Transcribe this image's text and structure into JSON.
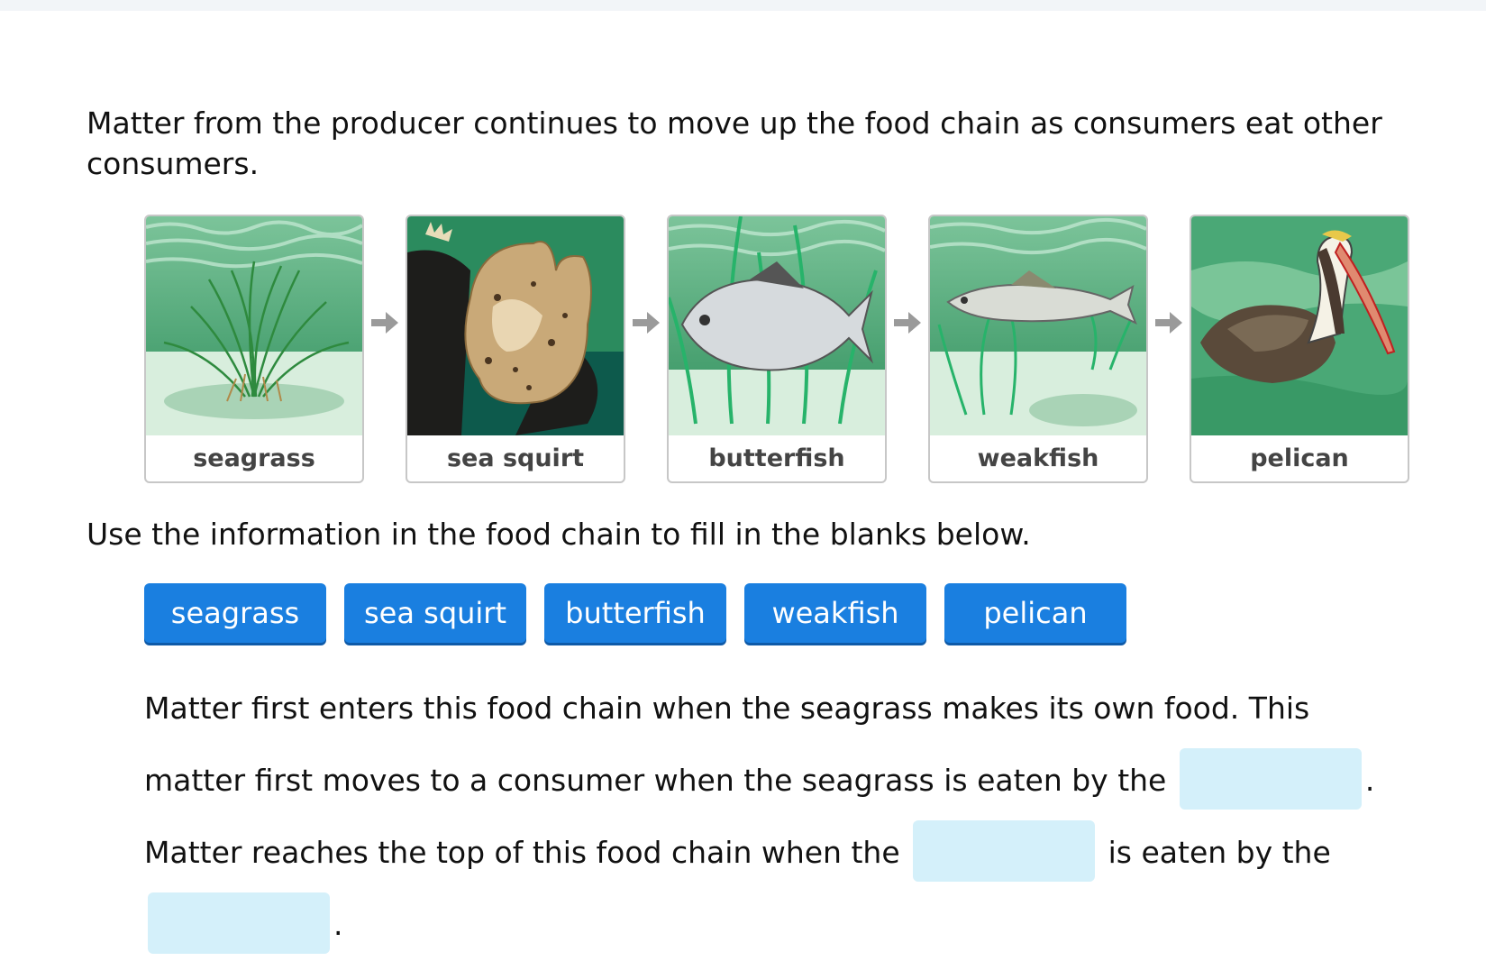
{
  "intro": "Matter from the producer continues to move up the food chain as consumers eat other consumers.",
  "food_chain": [
    {
      "label": "seagrass",
      "icon": "seagrass-icon"
    },
    {
      "label": "sea squirt",
      "icon": "sea-squirt-icon"
    },
    {
      "label": "butterfish",
      "icon": "butterfish-icon"
    },
    {
      "label": "weakfish",
      "icon": "weakfish-icon"
    },
    {
      "label": "pelican",
      "icon": "pelican-icon"
    }
  ],
  "instruction": "Use the information in the food chain to fill in the blanks below.",
  "word_bank": [
    "seagrass",
    "sea squirt",
    "butterfish",
    "weakfish",
    "pelican"
  ],
  "paragraph": {
    "part1": "Matter first enters this food chain when the seagrass makes its own food. This matter first moves to a consumer when the seagrass is eaten by the",
    "part2": ". Matter reaches the top of this food chain when the",
    "part3": "is eaten by the",
    "part4": "."
  },
  "blanks": [
    "",
    "",
    ""
  ],
  "colors": {
    "chip": "#1a7fe0",
    "blank": "#d4f0fa",
    "card_border": "#c7c7c7",
    "arrow": "#9a9a9a"
  }
}
